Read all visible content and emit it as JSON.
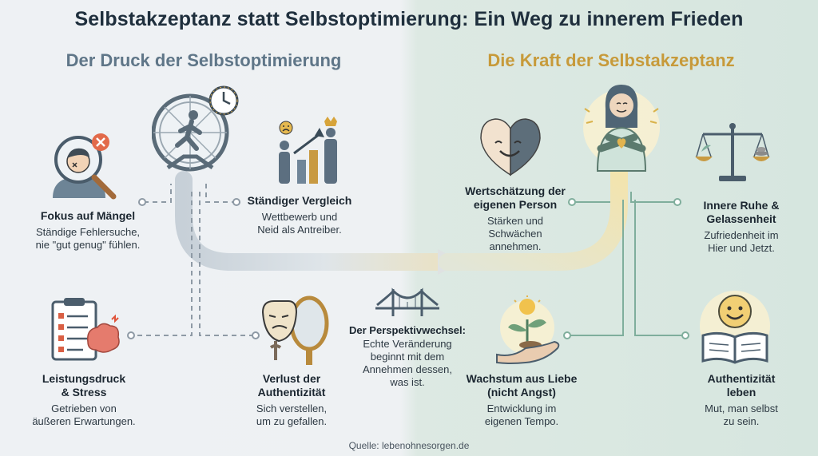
{
  "title": "Selbstakzeptanz statt Selbstoptimierung: Ein Weg zu innerem Frieden",
  "left": {
    "heading": "Der Druck der Selbstoptimierung",
    "nodes": [
      {
        "title": "Fokus auf Mängel",
        "desc": "Ständige Fehlersuche, nie \"gut genug\" fühlen."
      },
      {
        "title": "Ständiger Vergleich",
        "desc": "Wettbewerb und Neid als Antreiber."
      },
      {
        "title": "Leistungsdruck & Stress",
        "desc": "Getrieben von äußeren Erwartungen."
      },
      {
        "title": "Verlust der Authentizität",
        "desc": "Sich verstellen, um zu gefallen."
      }
    ]
  },
  "center": {
    "title": "Der Perspektivwechsel:",
    "desc": "Echte Veränderung beginnt mit dem Annehmen dessen, was ist."
  },
  "right": {
    "heading": "Die Kraft der Selbstakzeptanz",
    "nodes": [
      {
        "title": "Wertschätzung der eigenen Person",
        "desc": "Stärken und Schwächen annehmen."
      },
      {
        "title": "Innere Ruhe & Gelassenheit",
        "desc": "Zufriedenheit im Hier und Jetzt."
      },
      {
        "title": "Wachstum aus Liebe (nicht Angst)",
        "desc": "Entwicklung im eigenen Tempo."
      },
      {
        "title": "Authentizität leben",
        "desc": "Mut, man selbst zu sein."
      }
    ]
  },
  "source": "Quelle: lebenohnesorgen.de",
  "colors": {
    "left_accent": "#5f7688",
    "right_accent": "#c79a3a",
    "connector_left": "#8e9aa5",
    "connector_right": "#7fae9c"
  },
  "icons": [
    "magnifier-face-icon",
    "hamster-wheel-icon",
    "clock-icon",
    "comparison-bars-icon",
    "clipboard-brain-icon",
    "mask-mirror-icon",
    "bridge-icon",
    "heart-icon",
    "hugging-person-icon",
    "scale-icon",
    "seedling-hand-icon",
    "smiley-book-icon"
  ]
}
